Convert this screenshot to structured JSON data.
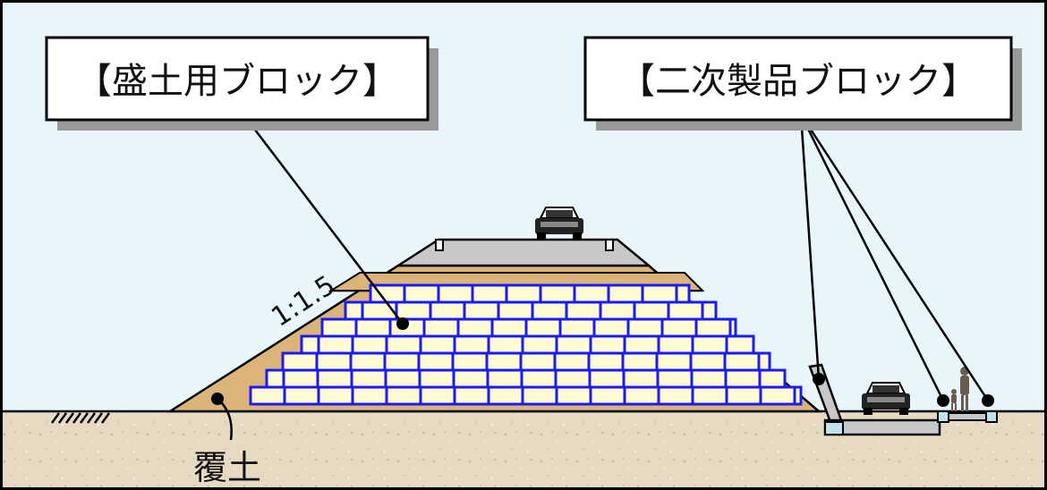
{
  "labels": {
    "embankment_block": "【盛土用ブロック】",
    "secondary_block": "【二次製品ブロック】",
    "slope_ratio": "1:1.5",
    "cover_soil": "覆土"
  },
  "colors": {
    "sky": "#e8f6fb",
    "ground": "#e8dcc4",
    "fill_soil": "#dcb47a",
    "block_fill": "#fffbd2",
    "block_stroke": "#1a1aff",
    "road": "#c8c8c8"
  },
  "icons": [
    "car-icon",
    "pedestrian-icon",
    "ground-hatch-icon"
  ]
}
